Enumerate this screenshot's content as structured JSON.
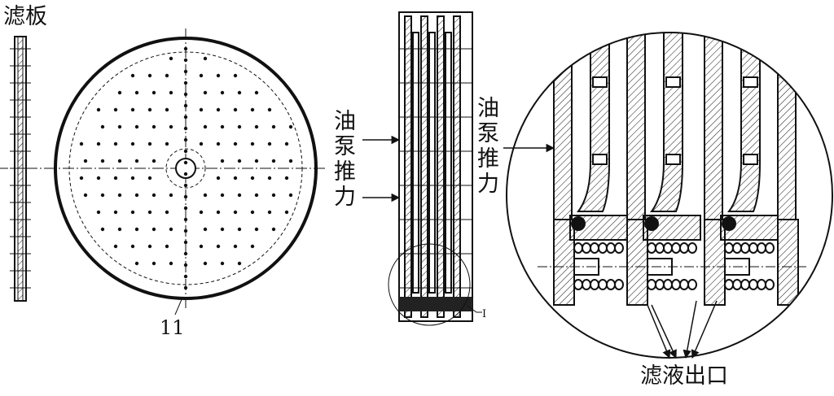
{
  "labels": {
    "filter_plate": "滤板",
    "part_number": "11",
    "pump_thrust_middle": "油泵推力",
    "pump_thrust_detail": "油泵推力",
    "filtrate_outlet": "滤液出口",
    "detail_marker": "I"
  }
}
